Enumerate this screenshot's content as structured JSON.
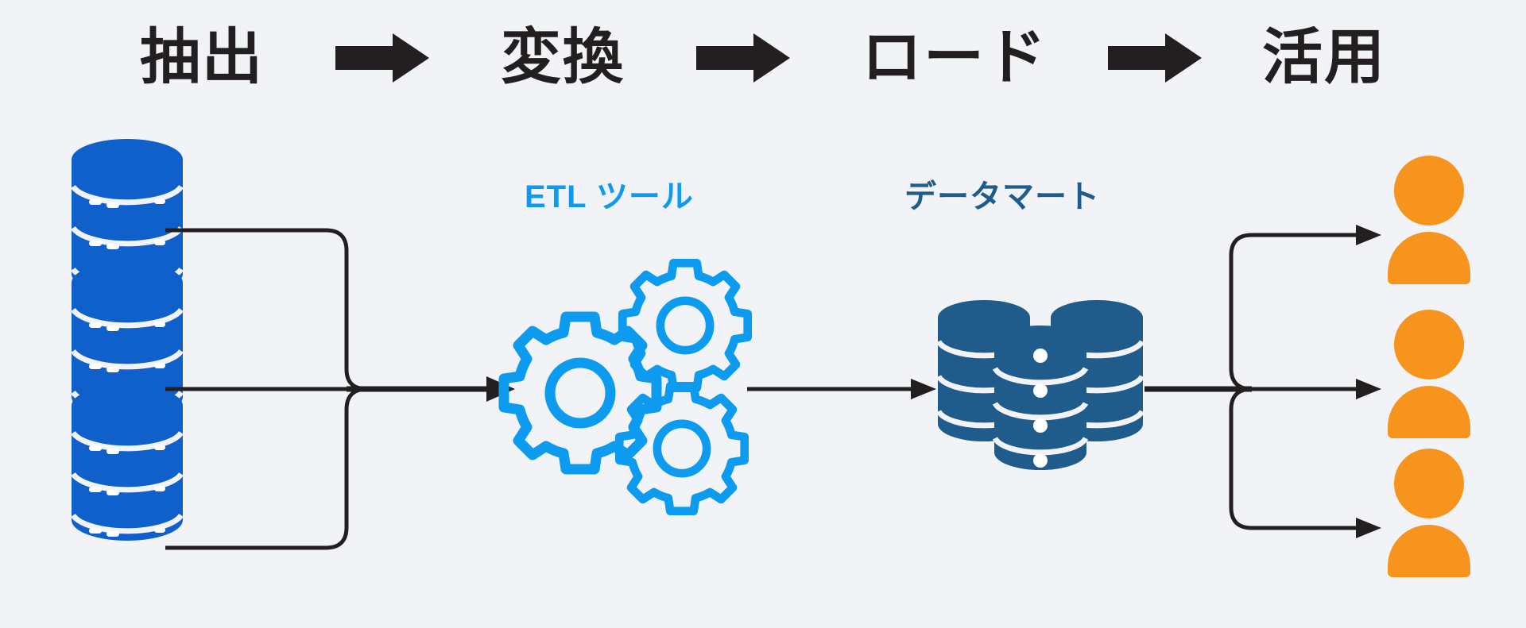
{
  "diagram": {
    "title_flow": {
      "phases": [
        {
          "label": "抽出",
          "name": "phase-extract"
        },
        {
          "label": "変換",
          "name": "phase-transform"
        },
        {
          "label": "ロード",
          "name": "phase-load"
        },
        {
          "label": "活用",
          "name": "phase-utilize"
        }
      ],
      "separator_icon": "right-arrow-icon",
      "separator_count": 3
    },
    "sources": {
      "icon": "database-cylinder-icon",
      "count": 3,
      "color": "#1060cc"
    },
    "transform": {
      "caption": "ETL ツール",
      "icon": "gears-icon",
      "gear_count": 3,
      "color": "#0d9bf0"
    },
    "load": {
      "caption": "データマート",
      "icon": "data-mart-cylinders-icon",
      "cylinder_count": 3,
      "color": "#1f5c8b"
    },
    "consumers": {
      "icon": "user-person-icon",
      "count": 3,
      "color": "#f7941e"
    },
    "connectors": {
      "line_color": "#231f20",
      "left_merge_count": 3,
      "right_fanout_count": 3
    },
    "background_color": "#f1f3f7"
  }
}
